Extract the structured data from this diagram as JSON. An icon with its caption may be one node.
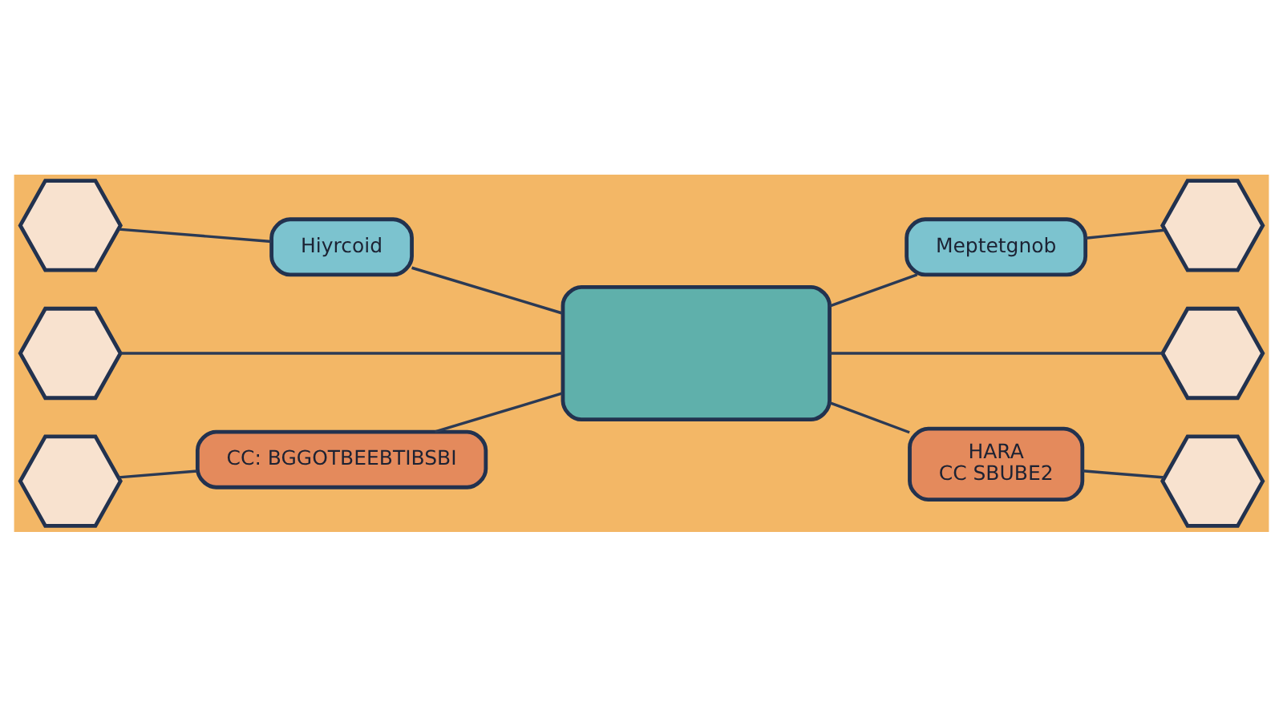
{
  "diagram": {
    "nodes": [
      {
        "text": [],
        "shape": "hexagon"
      },
      {
        "text": [
          "Hiyrcoid"
        ]
      },
      {
        "text": [
          "Meptetgnob"
        ]
      },
      {
        "text": [],
        "shape": "hexagon"
      },
      {
        "text": [],
        "shape": "hexagon"
      },
      {
        "text": [],
        "shape": "box"
      },
      {
        "text": [],
        "shape": "hexagon"
      },
      {
        "text": [],
        "shape": "hexagon"
      },
      {
        "text": [
          "CC: BGGOTBEEBTIBSBI"
        ]
      },
      {
        "text": [
          "HARA",
          "CC SBUBE2"
        ]
      },
      {
        "text": [],
        "shape": "hexagon"
      }
    ],
    "edges": [
      {
        "from": 0,
        "to": 1,
        "arrow": "none"
      },
      {
        "from": 1,
        "to": 5,
        "arrow": "none"
      },
      {
        "from": 5,
        "to": 2,
        "arrow": "none"
      },
      {
        "from": 2,
        "to": 3,
        "arrow": "none"
      },
      {
        "from": 4,
        "to": 5,
        "arrow": "none"
      },
      {
        "from": 5,
        "to": 6,
        "arrow": "none"
      },
      {
        "from": 7,
        "to": 8,
        "arrow": "none"
      },
      {
        "from": 8,
        "to": 5,
        "arrow": "none"
      },
      {
        "from": 5,
        "to": 9,
        "arrow": "none"
      },
      {
        "from": 9,
        "to": 10,
        "arrow": "none"
      }
    ]
  }
}
